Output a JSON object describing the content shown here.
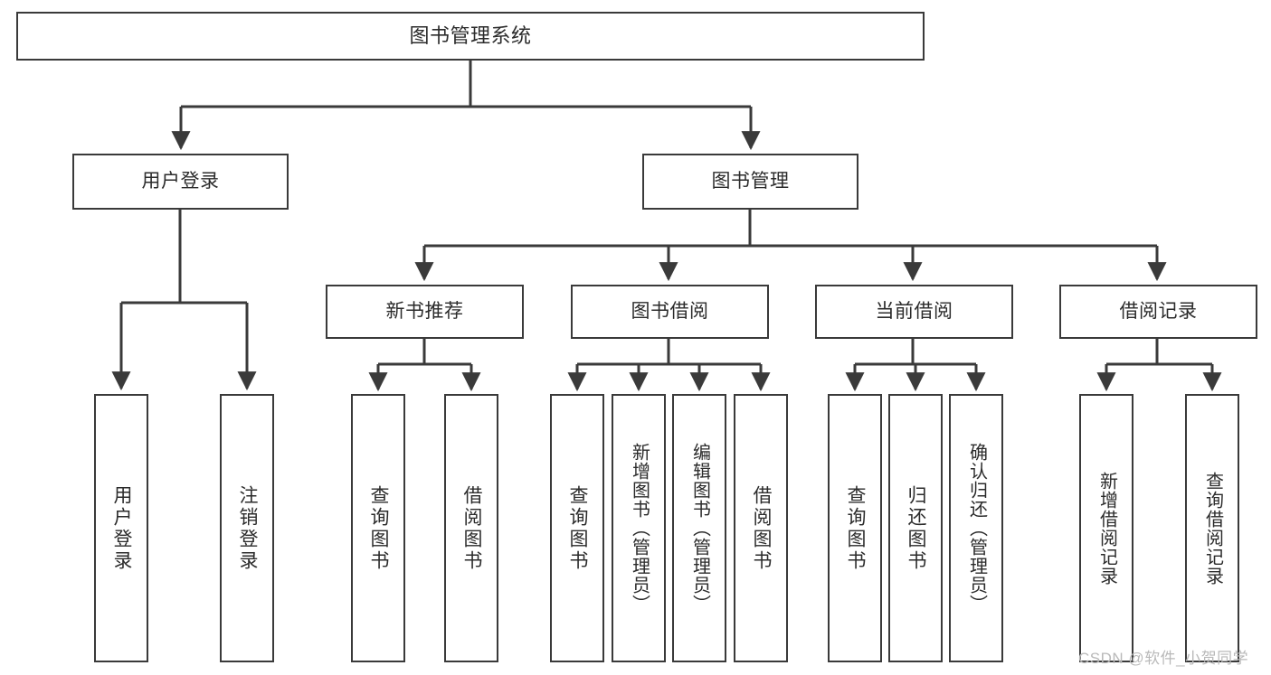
{
  "diagram": {
    "title": "图书管理系统",
    "type": "hierarchy-tree",
    "background": "#ffffff",
    "line_color": "#3a3a3a",
    "text_color": "#2b2b2b"
  },
  "nodes": {
    "root": {
      "label": "图书管理系统"
    },
    "level1": [
      {
        "id": "user-login",
        "label": "用户登录"
      },
      {
        "id": "book-management",
        "label": "图书管理"
      }
    ],
    "level2": [
      {
        "id": "new-book-recommend",
        "label": "新书推荐"
      },
      {
        "id": "book-borrow",
        "label": "图书借阅"
      },
      {
        "id": "current-borrow",
        "label": "当前借阅"
      },
      {
        "id": "borrow-record",
        "label": "借阅记录"
      }
    ],
    "leaves": {
      "user_login": [
        {
          "id": "leaf-user-login",
          "label": "用户登录"
        },
        {
          "id": "leaf-logout",
          "label": "注销登录"
        }
      ],
      "new_book_recommend": [
        {
          "id": "leaf-query-book-1",
          "label": "查询图书"
        },
        {
          "id": "leaf-borrow-book-1",
          "label": "借阅图书"
        }
      ],
      "book_borrow": [
        {
          "id": "leaf-query-book-2",
          "label": "查询图书"
        },
        {
          "id": "leaf-add-book",
          "label": "新增图书（管理员）"
        },
        {
          "id": "leaf-edit-book",
          "label": "编辑图书（管理员）"
        },
        {
          "id": "leaf-borrow-book-2",
          "label": "借阅图书"
        }
      ],
      "current_borrow": [
        {
          "id": "leaf-query-book-3",
          "label": "查询图书"
        },
        {
          "id": "leaf-return-book",
          "label": "归还图书"
        },
        {
          "id": "leaf-confirm-return",
          "label": "确认归还（管理员）"
        }
      ],
      "borrow_record": [
        {
          "id": "leaf-add-record",
          "label": "新增借阅记录"
        },
        {
          "id": "leaf-query-record",
          "label": "查询借阅记录"
        }
      ]
    }
  },
  "watermark": {
    "text": "CSDN @软件_小贺同学"
  }
}
